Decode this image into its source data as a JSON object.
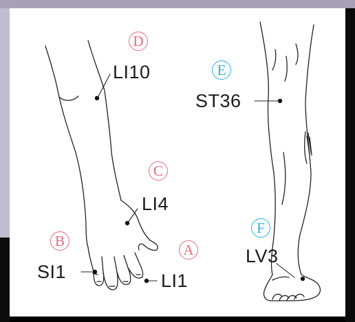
{
  "colors": {
    "badge_red": "#ea6a7d",
    "badge_blue": "#29b2e2",
    "outline": "#222222",
    "point": "#111111"
  },
  "arm": {
    "badges": {
      "a": "A",
      "b": "B",
      "c": "C",
      "d": "D"
    },
    "points": {
      "li10": "LI10",
      "li4": "LI4",
      "si1": "SI1",
      "li1": "LI1"
    }
  },
  "leg": {
    "badges": {
      "e": "E",
      "f": "F"
    },
    "points": {
      "st36": "ST36",
      "lv3": "LV3"
    }
  }
}
